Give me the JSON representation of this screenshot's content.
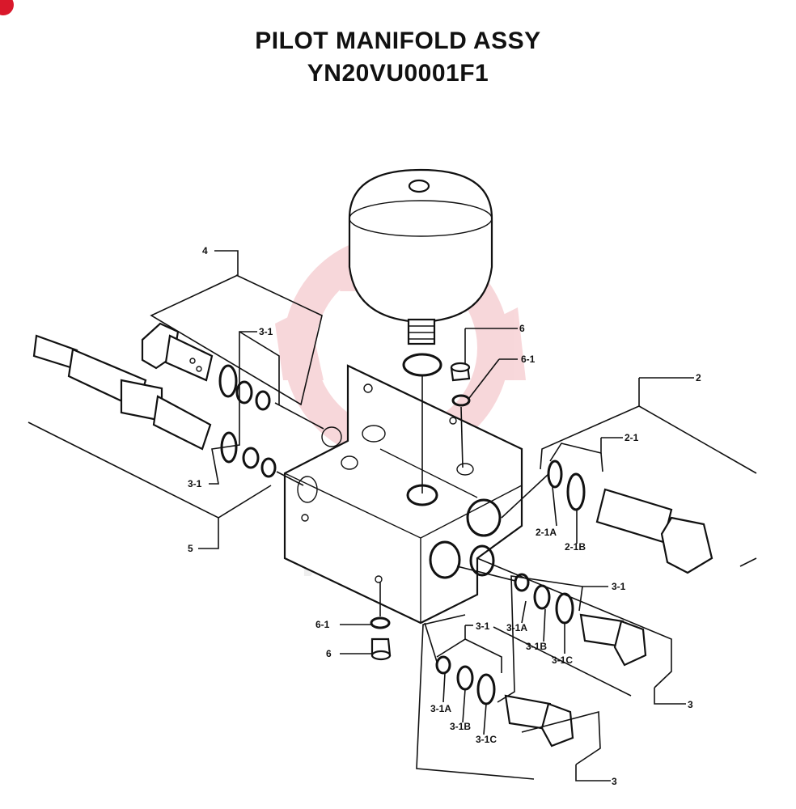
{
  "title": "PILOT MANIFOLD ASSY",
  "part_number": "YN20VU0001F1",
  "watermark": {
    "text": "ИНТЕ",
    "color": "#f2b8bd"
  },
  "corner_badge_color": "#d9182b",
  "callouts": {
    "c4": "4",
    "c5": "5",
    "c2": "2",
    "c3a": "3",
    "c3b": "3",
    "c6top": "6",
    "c61top": "6-1",
    "c61bot": "6-1",
    "c6bot": "6",
    "c31a": "3-1",
    "c31b": "3-1",
    "c31c": "3-1",
    "c31d": "3-1",
    "c21": "2-1",
    "c21a": "2-1A",
    "c21b": "2-1B",
    "c31a_a": "3-1A",
    "c31b_a": "3-1B",
    "c31c_a": "3-1C",
    "c31a_b": "3-1A",
    "c31b_b": "3-1B",
    "c31c_b": "3-1C"
  }
}
